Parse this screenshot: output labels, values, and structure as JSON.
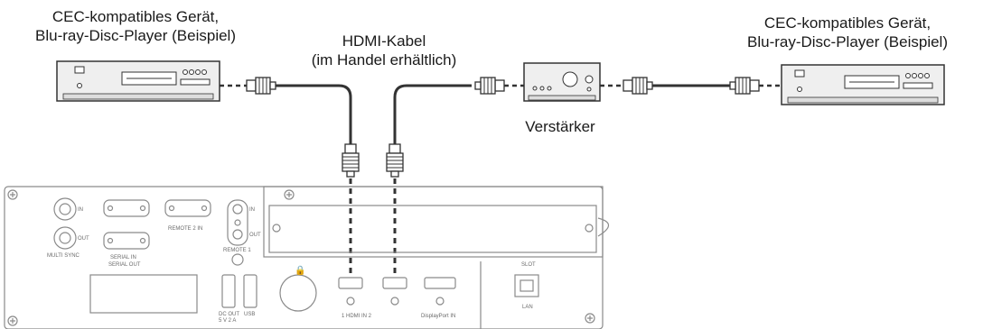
{
  "labels": {
    "left_device_line1": "CEC-kompatibles Gerät,",
    "left_device_line2": "Blu-ray-Disc-Player (Beispiel)",
    "cable_line1": "HDMI-Kabel",
    "cable_line2": "(im Handel erhältlich)",
    "right_device_line1": "CEC-kompatibles Gerät,",
    "right_device_line2": "Blu-ray-Disc-Player (Beispiel)",
    "amplifier": "Verstärker"
  },
  "panel": {
    "in": "IN",
    "out": "OUT",
    "multi_sync": "MULTI SYNC",
    "serial_in": "SERIAL IN",
    "serial_out": "SERIAL OUT",
    "remote2_in": "REMOTE 2 IN",
    "remote1": "REMOTE 1",
    "dc_out": "DC OUT",
    "dc_spec": "5 V 2 A",
    "usb": "USB",
    "hdmi_in": "1  HDMI IN  2",
    "displayport_in": "DisplayPort IN",
    "slot": "SLOT",
    "lan": "LAN"
  },
  "colors": {
    "line": "#333333",
    "panel_stroke": "#8a8a8a",
    "device_fill": "#efefef"
  }
}
